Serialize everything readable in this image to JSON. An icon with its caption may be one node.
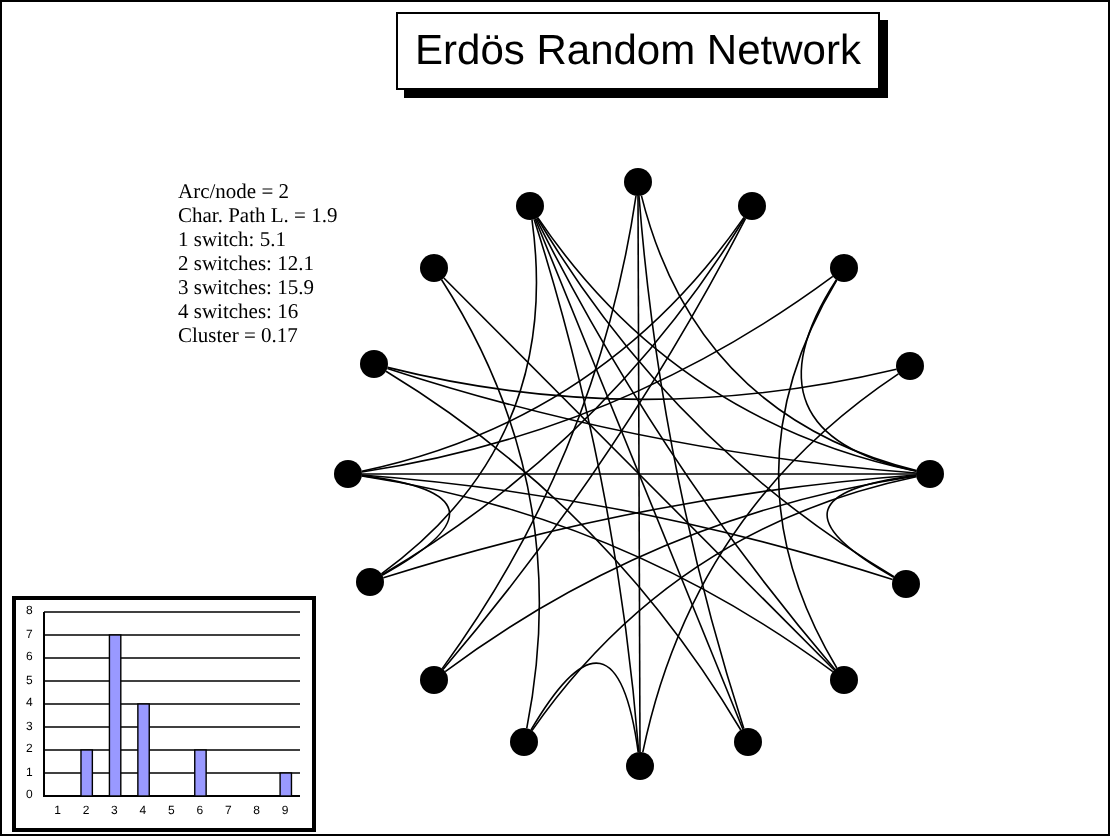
{
  "diagram": {
    "title": "Erdös Random Network",
    "nodes": [
      {
        "text": [],
        "shape": "circle"
      },
      {
        "text": [],
        "shape": "circle"
      },
      {
        "text": [],
        "shape": "circle"
      },
      {
        "text": [],
        "shape": "circle"
      },
      {
        "text": [],
        "shape": "circle"
      },
      {
        "text": [],
        "shape": "circle"
      },
      {
        "text": [],
        "shape": "circle"
      },
      {
        "text": [],
        "shape": "circle"
      },
      {
        "text": [],
        "shape": "circle"
      },
      {
        "text": [],
        "shape": "circle"
      },
      {
        "text": [],
        "shape": "circle"
      },
      {
        "text": [],
        "shape": "circle"
      },
      {
        "text": [],
        "shape": "circle"
      },
      {
        "text": [],
        "shape": "circle"
      },
      {
        "text": [],
        "shape": "circle"
      },
      {
        "text": [],
        "shape": "circle"
      }
    ],
    "edges": [
      {
        "from": 4,
        "to": 11,
        "arrow": "none"
      },
      {
        "from": 4,
        "to": 5,
        "arrow": "none"
      },
      {
        "from": 4,
        "to": 15,
        "arrow": "none"
      },
      {
        "from": 4,
        "to": 0,
        "arrow": "none"
      },
      {
        "from": 4,
        "to": 13,
        "arrow": "none"
      },
      {
        "from": 4,
        "to": 12,
        "arrow": "none"
      },
      {
        "from": 4,
        "to": 10,
        "arrow": "none"
      },
      {
        "from": 4,
        "to": 9,
        "arrow": "none"
      },
      {
        "from": 4,
        "to": 2,
        "arrow": "none"
      },
      {
        "from": 15,
        "to": 6,
        "arrow": "none"
      },
      {
        "from": 15,
        "to": 7,
        "arrow": "none"
      },
      {
        "from": 15,
        "to": 8,
        "arrow": "none"
      },
      {
        "from": 15,
        "to": 5,
        "arrow": "none"
      },
      {
        "from": 15,
        "to": 11,
        "arrow": "none"
      },
      {
        "from": 12,
        "to": 11,
        "arrow": "none"
      },
      {
        "from": 12,
        "to": 2,
        "arrow": "none"
      },
      {
        "from": 12,
        "to": 1,
        "arrow": "none"
      },
      {
        "from": 12,
        "to": 5,
        "arrow": "none"
      },
      {
        "from": 12,
        "to": 6,
        "arrow": "none"
      },
      {
        "from": 9,
        "to": 8,
        "arrow": "none"
      },
      {
        "from": 13,
        "to": 3,
        "arrow": "none"
      },
      {
        "from": 0,
        "to": 7,
        "arrow": "none"
      },
      {
        "from": 0,
        "to": 10,
        "arrow": "none"
      },
      {
        "from": 14,
        "to": 9,
        "arrow": "none"
      },
      {
        "from": 14,
        "to": 6,
        "arrow": "none"
      },
      {
        "from": 1,
        "to": 10,
        "arrow": "none"
      },
      {
        "from": 11,
        "to": 1,
        "arrow": "none"
      },
      {
        "from": 3,
        "to": 8,
        "arrow": "none"
      },
      {
        "from": 13,
        "to": 7,
        "arrow": "none"
      },
      {
        "from": 0,
        "to": 8,
        "arrow": "none"
      },
      {
        "from": 2,
        "to": 6,
        "arrow": "none"
      }
    ],
    "labels": [
      "Arc/node = 2",
      "Char. Path L. = 1.9",
      "1 switch: 5.1",
      "2 switches: 12.1",
      "3 switches: 15.9",
      "4 switches: 16",
      "Cluster = 0.17"
    ],
    "chart_data": {
      "type": "bar",
      "categories": [
        "1",
        "2",
        "3",
        "4",
        "5",
        "6",
        "7",
        "8",
        "9"
      ],
      "values": [
        0,
        2,
        7,
        4,
        0,
        2,
        0,
        0,
        1
      ],
      "ylim": [
        0,
        8
      ],
      "grid": true,
      "yticks": [
        0,
        1,
        2,
        3,
        4,
        5,
        6,
        7,
        8
      ]
    }
  }
}
